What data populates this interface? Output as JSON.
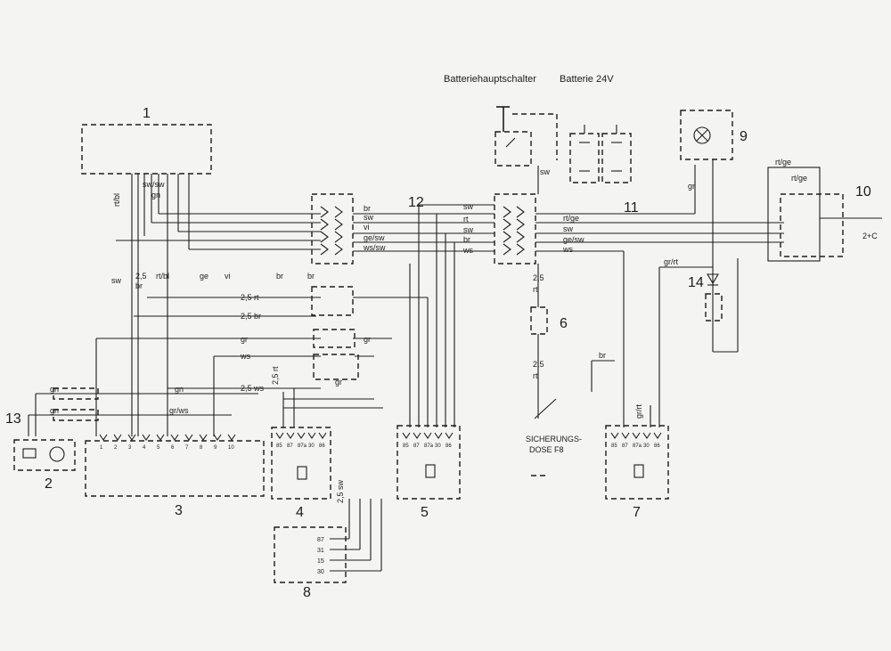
{
  "header": {
    "main_switch": "Batteriehauptschalter",
    "battery": "Batterie 24V"
  },
  "components": {
    "c1": "1",
    "c2": "2",
    "c3": "3",
    "c4": "4",
    "c5": "5",
    "c6": "6",
    "c7": "7",
    "c8": "8",
    "c9": "9",
    "c10": "10",
    "c11": "11",
    "c12": "12",
    "c13": "13",
    "c14": "14"
  },
  "fuse_box": {
    "line1": "SICHERUNGS-",
    "line2": "DOSE F8"
  },
  "wires": {
    "sw": "sw",
    "br": "br",
    "gn": "gn",
    "gr": "gr",
    "ws": "ws",
    "vi": "vi",
    "rt": "rt",
    "rtge": "rt/ge",
    "gesw": "ge/sw",
    "wssw": "ws/sw",
    "sw25": "2,5 sw",
    "rt25": "2,5 rt",
    "br25": "2,5 br",
    "ws25": "2,5 ws",
    "grrt": "gr/rt",
    "grws": "gr/ws",
    "swsw": "sw/sw",
    "rtbl": "rt/bl",
    "ge": "ge",
    "r25": "2,5",
    "cst": "2+C"
  },
  "pins3": [
    "1",
    "2",
    "3",
    "4",
    "5",
    "6",
    "7",
    "8",
    "9",
    "10"
  ],
  "relay_pins": [
    "85",
    "87",
    "87a",
    "30",
    "86"
  ],
  "ign_pins": [
    "87",
    "31",
    "15",
    "30"
  ]
}
